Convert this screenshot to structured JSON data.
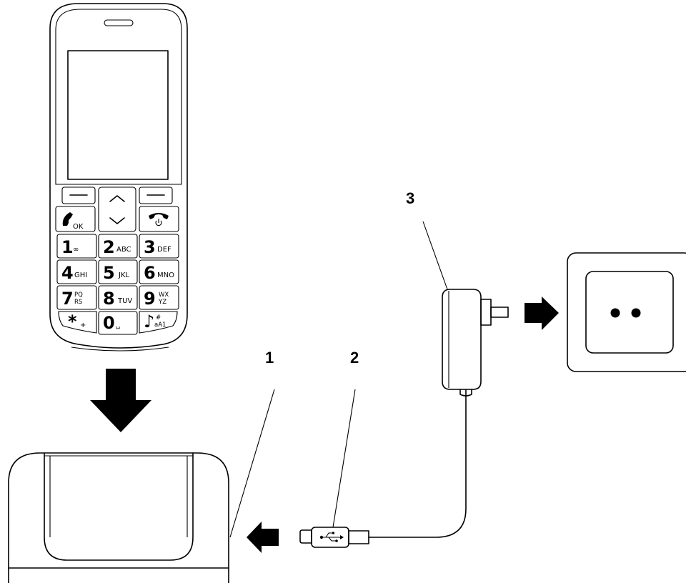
{
  "callouts": [
    "1",
    "2",
    "3"
  ],
  "keypad": [
    {
      "digit": "1",
      "sub": "∞"
    },
    {
      "digit": "2",
      "sub": "ABC"
    },
    {
      "digit": "3",
      "sub": "DEF"
    },
    {
      "digit": "4",
      "sub": "GHI"
    },
    {
      "digit": "5",
      "sub": "JKL"
    },
    {
      "digit": "6",
      "sub": "MNO"
    },
    {
      "digit": "7",
      "sub_top": "PQ",
      "sub_bottom": "RS"
    },
    {
      "digit": "8",
      "sub": "TUV"
    },
    {
      "digit": "9",
      "sub_top": "WX",
      "sub_bottom": "YZ"
    },
    {
      "digit": "*",
      "sub": "+"
    },
    {
      "digit": "0",
      "sub": "␣"
    },
    {
      "digit": "♪",
      "sub_top": "#",
      "sub_bottom": "aA1"
    }
  ],
  "call_key_label": "OK",
  "icons": [
    "phone-icon",
    "cradle-icon",
    "usb-cable-icon",
    "power-adapter-icon",
    "wall-socket-icon",
    "down-arrow-icon",
    "left-arrow-icon",
    "right-arrow-icon",
    "usb-symbol-icon",
    "power-icon"
  ]
}
